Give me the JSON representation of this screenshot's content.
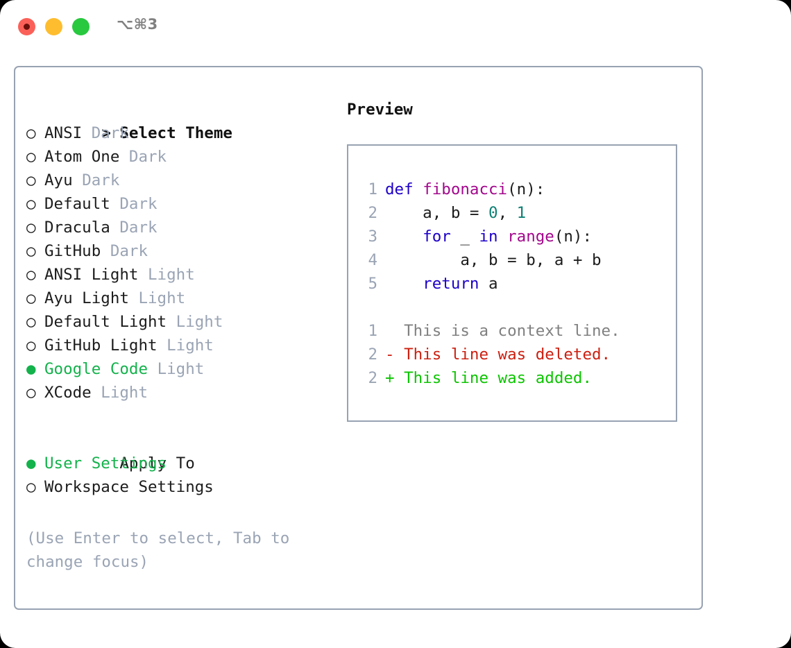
{
  "titlebar": {
    "shortcut": "⌥⌘3",
    "buttons": [
      {
        "name": "close",
        "color": "#fb6058"
      },
      {
        "name": "minimize",
        "color": "#fdbd2e"
      },
      {
        "name": "zoom",
        "color": "#28c83f"
      }
    ]
  },
  "theme_picker": {
    "header_marker": ">",
    "header": "Select Theme",
    "bullet_unselected": "○",
    "bullet_selected": "●",
    "items": [
      {
        "name": "ANSI",
        "variant": "Dark",
        "selected": false
      },
      {
        "name": "Atom One",
        "variant": "Dark",
        "selected": false
      },
      {
        "name": "Ayu",
        "variant": "Dark",
        "selected": false
      },
      {
        "name": "Default",
        "variant": "Dark",
        "selected": false
      },
      {
        "name": "Dracula",
        "variant": "Dark",
        "selected": false
      },
      {
        "name": "GitHub",
        "variant": "Dark",
        "selected": false
      },
      {
        "name": "ANSI Light",
        "variant": "Light",
        "selected": false
      },
      {
        "name": "Ayu Light",
        "variant": "Light",
        "selected": false
      },
      {
        "name": "Default Light",
        "variant": "Light",
        "selected": false
      },
      {
        "name": "GitHub Light",
        "variant": "Light",
        "selected": false
      },
      {
        "name": "Google Code",
        "variant": "Light",
        "selected": true
      },
      {
        "name": "XCode",
        "variant": "Light",
        "selected": false
      }
    ]
  },
  "apply_to": {
    "label": "Apply To",
    "options": [
      {
        "name": "User Settings",
        "selected": true
      },
      {
        "name": "Workspace Settings",
        "selected": false
      }
    ]
  },
  "hint": "(Use Enter to select, Tab to change focus)",
  "preview": {
    "title": "Preview",
    "code_lines": [
      {
        "num": "1",
        "tokens": [
          {
            "t": "def ",
            "c": "kw"
          },
          {
            "t": "fibonacci",
            "c": "fn"
          },
          {
            "t": "(n):",
            "c": "plain"
          }
        ]
      },
      {
        "num": "2",
        "tokens": [
          {
            "t": "    a, b = ",
            "c": "plain"
          },
          {
            "t": "0",
            "c": "num"
          },
          {
            "t": ", ",
            "c": "plain"
          },
          {
            "t": "1",
            "c": "num"
          }
        ]
      },
      {
        "num": "3",
        "tokens": [
          {
            "t": "    for ",
            "c": "kw"
          },
          {
            "t": "_ ",
            "c": "plain"
          },
          {
            "t": "in ",
            "c": "kw"
          },
          {
            "t": "range",
            "c": "fn"
          },
          {
            "t": "(n):",
            "c": "plain"
          }
        ]
      },
      {
        "num": "4",
        "tokens": [
          {
            "t": "        a, b = b, a + b",
            "c": "plain"
          }
        ]
      },
      {
        "num": "5",
        "tokens": [
          {
            "t": "    return ",
            "c": "kw"
          },
          {
            "t": "a",
            "c": "plain"
          }
        ]
      }
    ],
    "diff_lines": [
      {
        "num": "1",
        "marker": " ",
        "text": " This is a context line.",
        "kind": "ctx"
      },
      {
        "num": "2",
        "marker": "-",
        "text": " This line was deleted.",
        "kind": "del"
      },
      {
        "num": "2",
        "marker": "+",
        "text": " This line was added.",
        "kind": "add"
      }
    ]
  },
  "colors": {
    "border": "#97a2b2",
    "accent_green": "#13b24b",
    "muted": "#9aa4b4",
    "keyword": "#1d00c8",
    "function": "#a3088d",
    "number": "#0d8074",
    "diff_delete": "#cc2010",
    "diff_add": "#0cc400",
    "context": "#808080"
  }
}
